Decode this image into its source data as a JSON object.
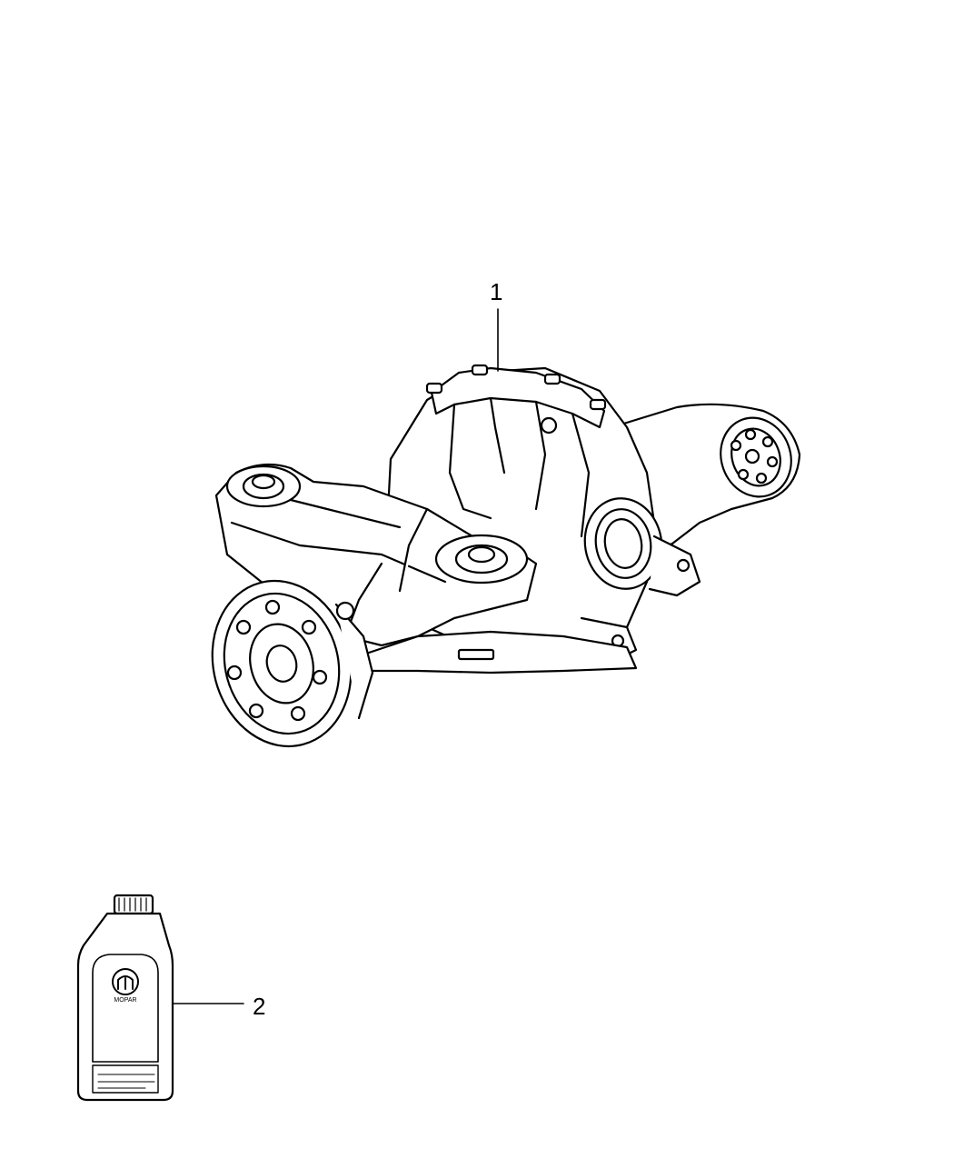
{
  "diagram": {
    "callouts": [
      {
        "number": "1",
        "part": "rear-differential-carrier-assembly"
      },
      {
        "number": "2",
        "part": "gear-oil-bottle"
      }
    ],
    "bottle_label": {
      "brand": "MOPAR"
    },
    "colors": {
      "line": "#000000",
      "background": "#ffffff"
    }
  }
}
